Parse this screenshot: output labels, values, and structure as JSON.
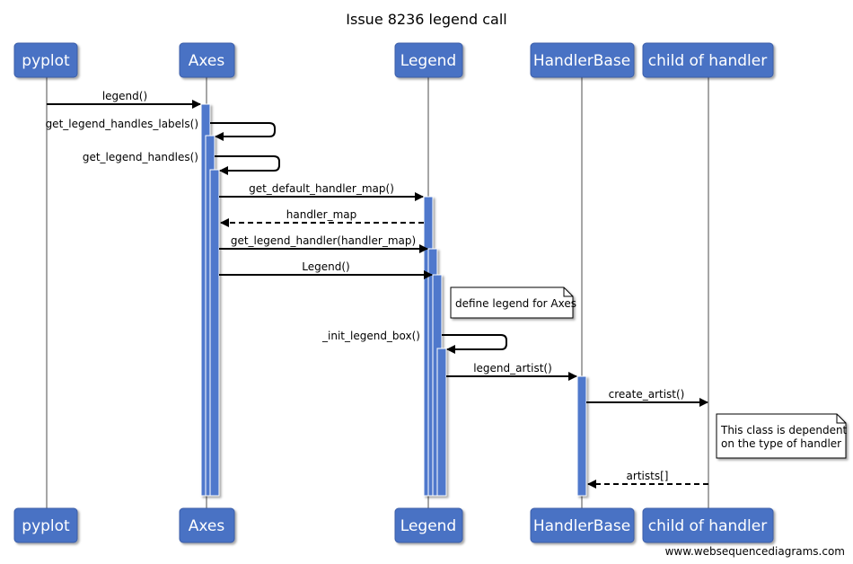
{
  "title": "Issue 8236 legend call",
  "watermark": "www.websequencediagrams.com",
  "colors": {
    "actor_fill": "#4a72c4",
    "actor_stroke": "#3a5da8",
    "activation_fill": "#4f78cc",
    "lifeline": "#888888",
    "arrow": "#000000",
    "note_fill": "#ffffff"
  },
  "participants": [
    {
      "id": "pyplot",
      "label": "pyplot"
    },
    {
      "id": "axes",
      "label": "Axes"
    },
    {
      "id": "legend",
      "label": "Legend"
    },
    {
      "id": "handlerbase",
      "label": "HandlerBase"
    },
    {
      "id": "child",
      "label": "child of handler"
    }
  ],
  "messages": [
    {
      "from": "pyplot",
      "to": "axes",
      "label": "legend()",
      "style": "solid"
    },
    {
      "from": "axes",
      "to": "axes",
      "label": "get_legend_handles_labels()",
      "style": "self"
    },
    {
      "from": "axes",
      "to": "axes",
      "label": "get_legend_handles()",
      "style": "self"
    },
    {
      "from": "axes",
      "to": "legend",
      "label": "get_default_handler_map()",
      "style": "solid"
    },
    {
      "from": "legend",
      "to": "axes",
      "label": "handler_map",
      "style": "dashed"
    },
    {
      "from": "axes",
      "to": "legend",
      "label": "get_legend_handler(handler_map)",
      "style": "solid"
    },
    {
      "from": "axes",
      "to": "legend",
      "label": "Legend()",
      "style": "solid"
    },
    {
      "from": "legend",
      "to": "legend",
      "label": "_init_legend_box()",
      "style": "self"
    },
    {
      "from": "legend",
      "to": "handlerbase",
      "label": "legend_artist()",
      "style": "solid"
    },
    {
      "from": "handlerbase",
      "to": "child",
      "label": "create_artist()",
      "style": "solid"
    },
    {
      "from": "child",
      "to": "handlerbase",
      "label": "artists[]",
      "style": "dashed"
    }
  ],
  "notes": [
    {
      "label": "define legend for Axes"
    },
    {
      "label": "This class is dependent on the type of handler"
    }
  ]
}
